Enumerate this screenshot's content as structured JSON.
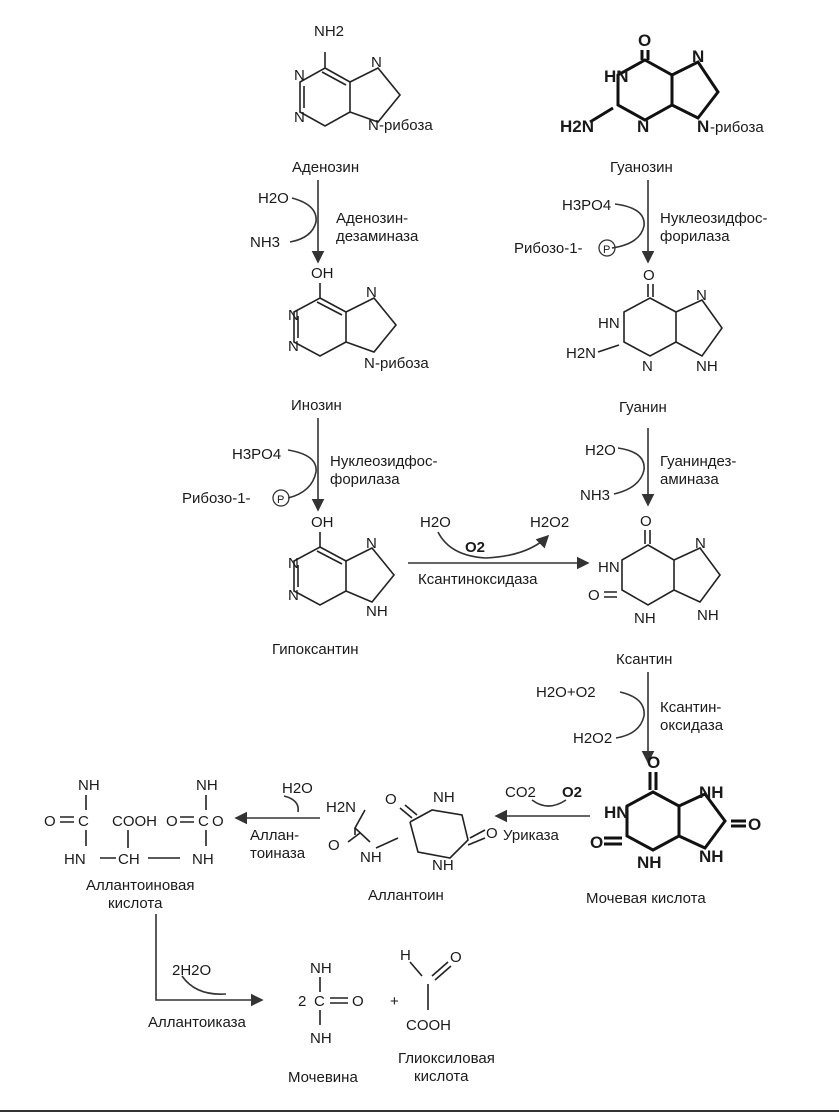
{
  "compounds": {
    "adenosine": {
      "name": "Аденозин",
      "substituent": "NH2",
      "ribose": "-рибоза"
    },
    "guanosine": {
      "name": "Гуанозин",
      "amine": "H2N",
      "ribose": "-рибоза"
    },
    "inosine": {
      "name": "Инозин",
      "substituent": "OH",
      "ribose": "-рибоза"
    },
    "guanine": {
      "name": "Гуанин",
      "amine": "H2N"
    },
    "hypoxanthine": {
      "name": "Гипоксантин",
      "substituent": "OH"
    },
    "xanthine": {
      "name": "Ксантин"
    },
    "uric_acid": {
      "name": "Мочевая кислота"
    },
    "allantoin": {
      "name": "Аллантоин",
      "amine": "H2N"
    },
    "allantoic_acid": {
      "name_line1": "Аллантоиновая",
      "name_line2": "кислота",
      "cooh": "COOH"
    },
    "urea": {
      "name": "Мочевина",
      "coef": "2",
      "plus": "+"
    },
    "glyoxylic_acid": {
      "name_line1": "Глиоксиловая",
      "name_line2": "кислота",
      "cooh": "COOH"
    }
  },
  "enzymes": {
    "adenosine_deaminase": {
      "line1": "Аденозин-",
      "line2": "дезаминаза"
    },
    "nucleoside_phosphorylase_1": {
      "line1": "Нуклеозидфос-",
      "line2": "форилаза"
    },
    "nucleoside_phosphorylase_2": {
      "line1": "Нуклеозидфос-",
      "line2": "форилаза"
    },
    "guanine_deaminase": {
      "line1": "Гуаниндез-",
      "line2": "аминаза"
    },
    "xanthine_oxidase_1": {
      "line1": "Ксантиноксидаза"
    },
    "xanthine_oxidase_2": {
      "line1": "Ксантин-",
      "line2": "оксидаза"
    },
    "uricase": {
      "line1": "Уриказа"
    },
    "allantoinase": {
      "line1": "Аллан-",
      "line2": "тоиназа"
    },
    "allantoicase": {
      "line1": "Аллантоиказа"
    }
  },
  "reagents": {
    "water": "H2O",
    "ammonia": "NH3",
    "phosphoric_acid": "H3PO4",
    "ribose_1_phosphate": "Рибозо-1-",
    "phosphate_symbol": "P",
    "oxygen": "O2",
    "hydrogen_peroxide": "H2O2",
    "water_plus_oxygen": "H2O+O2",
    "carbon_dioxide": "CO2",
    "two_water": "2H2O"
  },
  "atoms": {
    "N": "N",
    "NH": "NH",
    "O": "O",
    "H": "H",
    "C": "C",
    "CH": "CH",
    "HN": "HN"
  }
}
